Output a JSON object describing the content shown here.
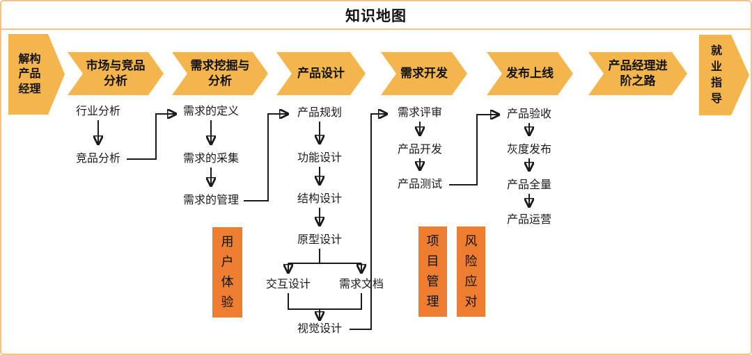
{
  "title": "知识地图",
  "flow": {
    "start": "解构产品经理",
    "stages": [
      "市场与竞品分析",
      "需求挖掘与分析",
      "产品设计",
      "需求开发",
      "发布上线",
      "产品经理进阶之路"
    ],
    "end": "就业指导"
  },
  "nodes": {
    "market": [
      "行业分析",
      "竞品分析"
    ],
    "requirements": [
      "需求的定义",
      "需求的采集",
      "需求的管理"
    ],
    "design": [
      "产品规划",
      "功能设计",
      "结构设计",
      "原型设计",
      "交互设计",
      "需求文档",
      "视觉设计"
    ],
    "development": [
      "需求评审",
      "产品开发",
      "产品测试"
    ],
    "release": [
      "产品验收",
      "灰度发布",
      "产品全量",
      "产品运营"
    ]
  },
  "badges": [
    "用户体验",
    "项目管理",
    "风险应对"
  ],
  "colors": {
    "stage_fill": "#F3B54C",
    "badge_fill": "#ED7D31",
    "frame_border": "#F2C38B",
    "connector": "#1A1A1A"
  }
}
